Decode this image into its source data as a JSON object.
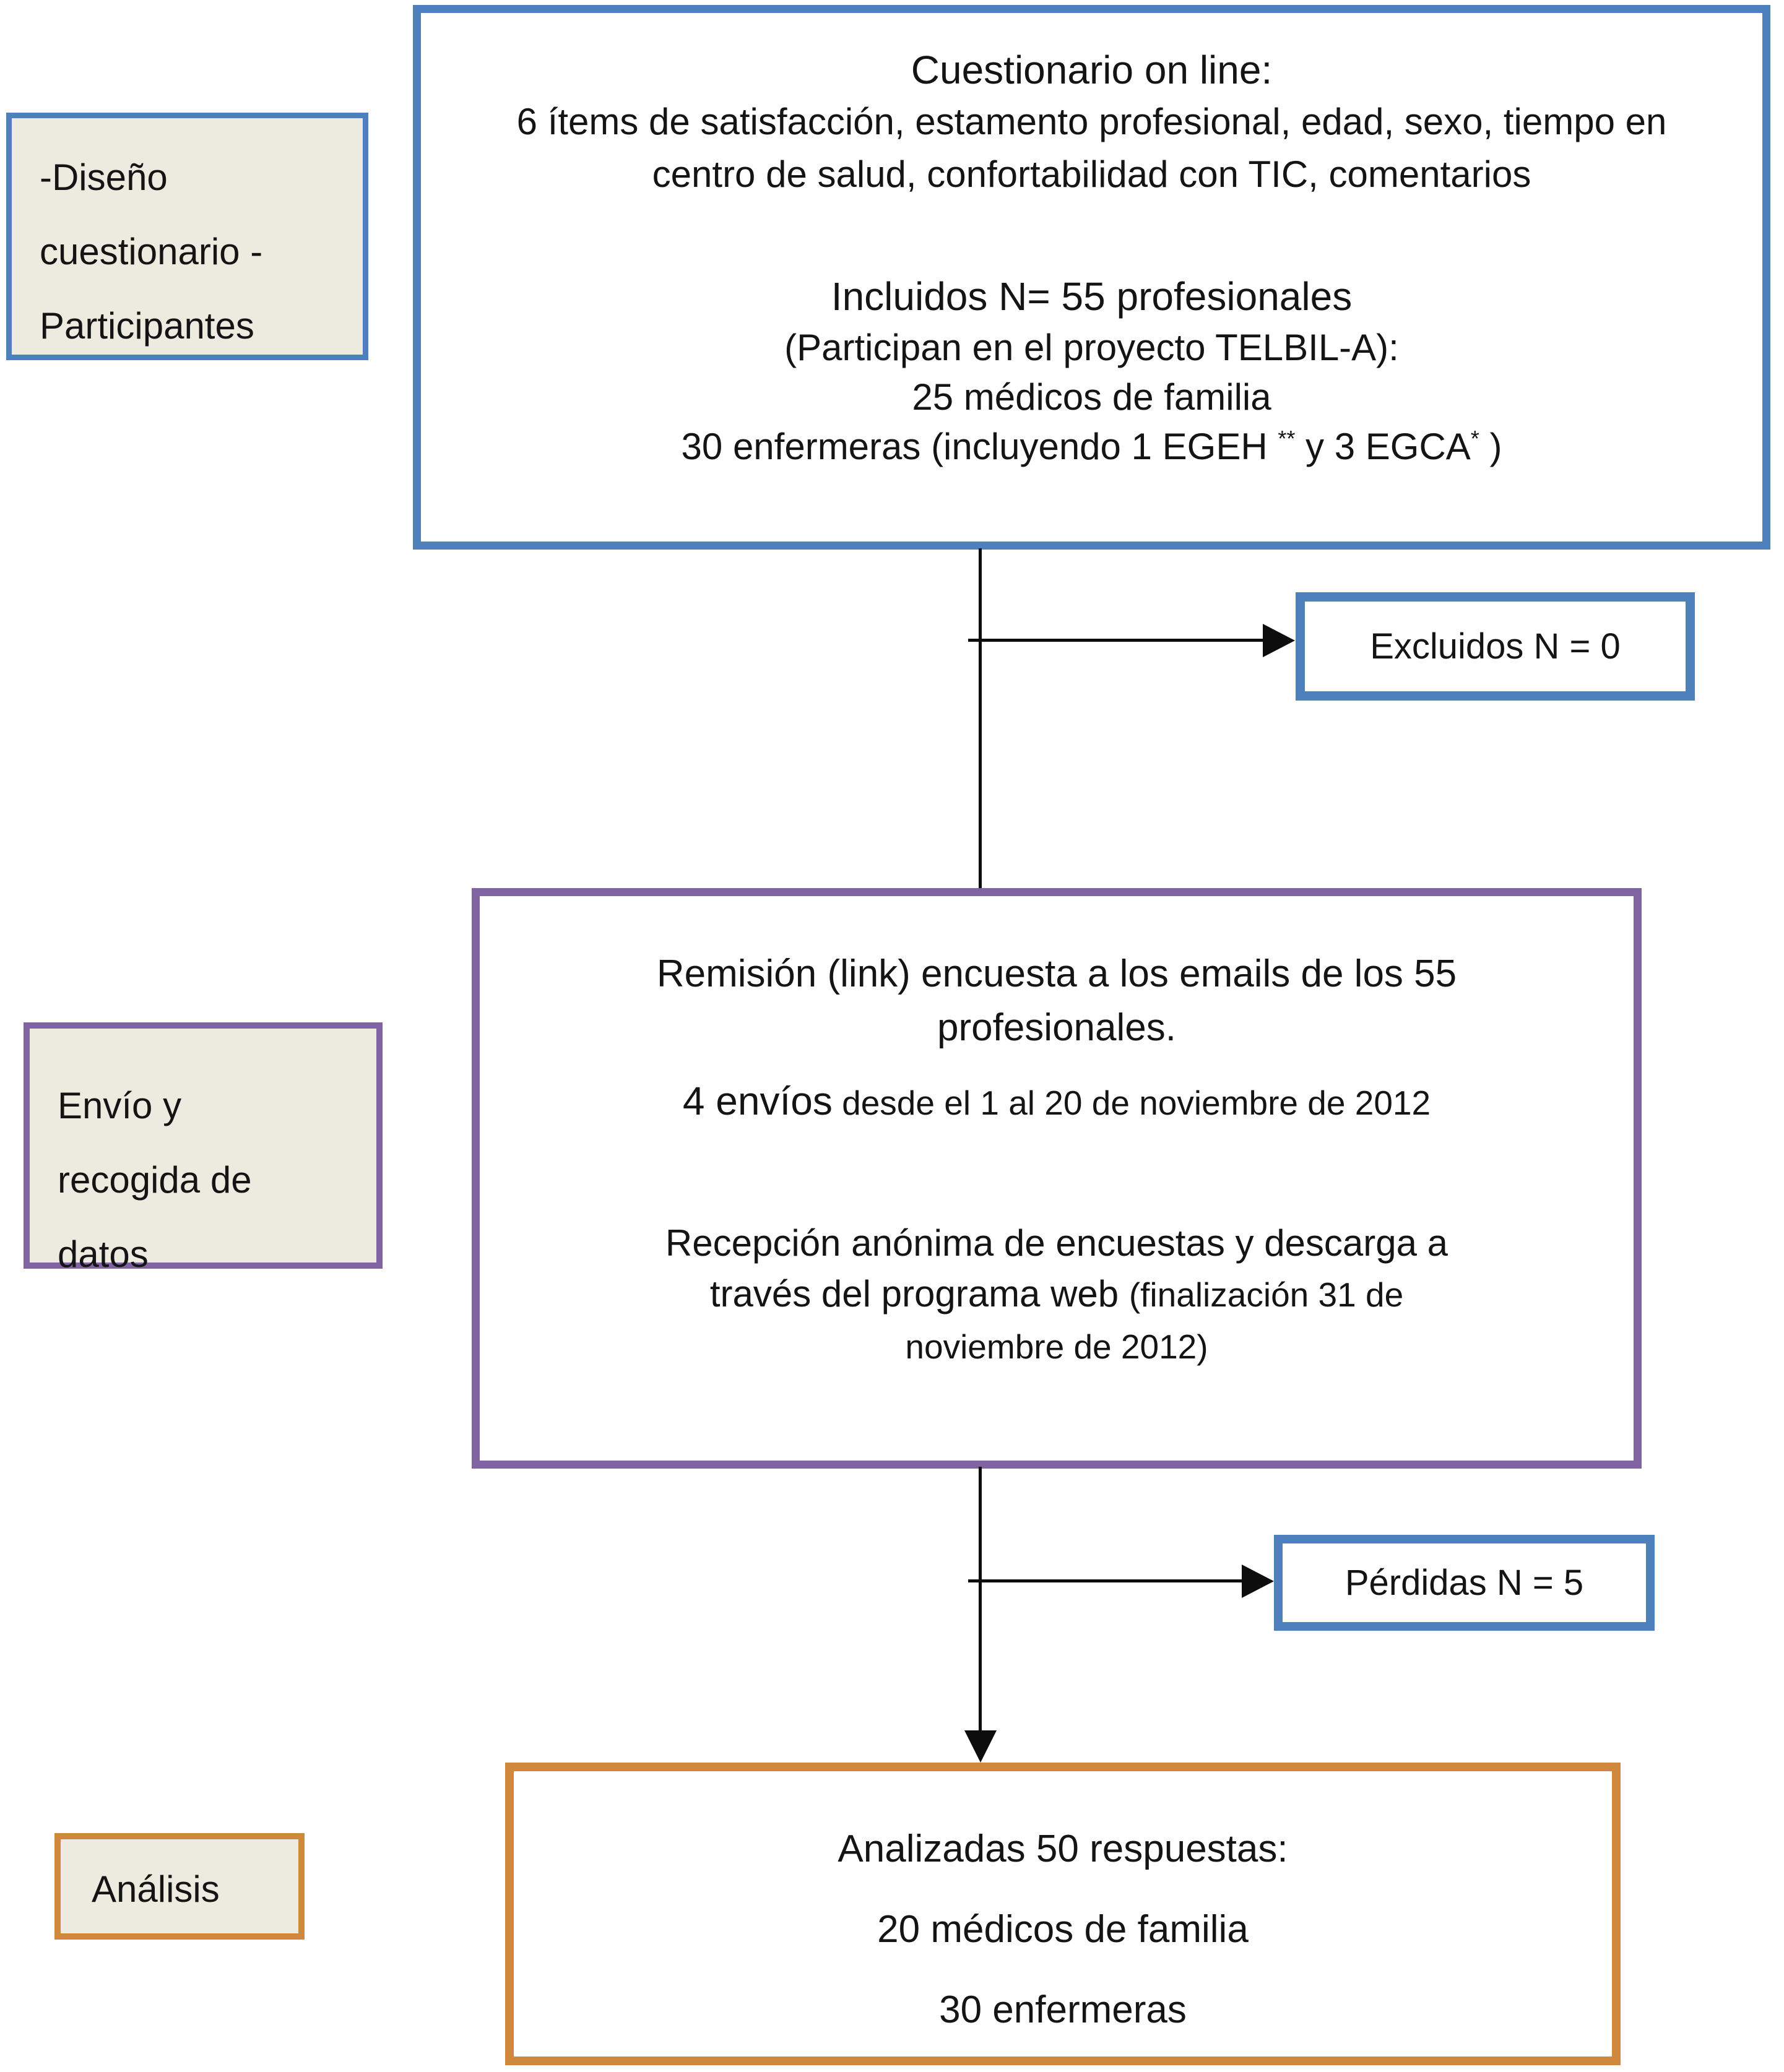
{
  "colors": {
    "blue": "#4d80bc",
    "purple": "#8064a2",
    "orange": "#d0883c",
    "label_bg": "#edebe0",
    "line": "#0d0d0d",
    "text": "#141414"
  },
  "stage_labels": {
    "design": {
      "lines": [
        "-Diseño",
        "cuestionario -",
        "Participantes"
      ]
    },
    "collection": {
      "lines": [
        "Envío y",
        "recogida de",
        "datos"
      ]
    },
    "analysis": {
      "lines": [
        "Análisis"
      ]
    }
  },
  "questionnaire_box": {
    "title": "Cuestionario on line:",
    "items_line1": "6 ítems de satisfacción, estamento profesional, edad, sexo, tiempo en",
    "items_line2": "centro de salud, confortabilidad con TIC, comentarios",
    "included": "Incluidos N= 55 profesionales",
    "project": "(Participan en el proyecto TELBIL-A):",
    "doctors": "25 médicos de familia",
    "nurses_prefix": "30 enfermeras (incluyendo 1 EGEH ",
    "nurses_sup1": "**",
    "nurses_mid": " y 3 EGCA",
    "nurses_sup2": "*",
    "nurses_suffix": " )"
  },
  "excluded_box": {
    "text": "Excluidos N = 0"
  },
  "submission_box": {
    "remission_line1": "Remisión (link) encuesta a los emails de los 55",
    "remission_line2": "profesionales.",
    "sends_emphasis": "4 envíos",
    "sends_rest": " desde el 1 al 20 de noviembre de 2012",
    "reception_line1": "Recepción anónima de encuestas y descarga a",
    "reception_line2_normal": "través del programa web ",
    "reception_line2_small": "(finalización 31 de",
    "reception_line3": "noviembre de 2012)"
  },
  "losses_box": {
    "text": "Pérdidas N = 5"
  },
  "analyzed_box": {
    "line1": "Analizadas 50 respuestas:",
    "line2": "20 médicos de familia",
    "line3": "30 enfermeras"
  }
}
